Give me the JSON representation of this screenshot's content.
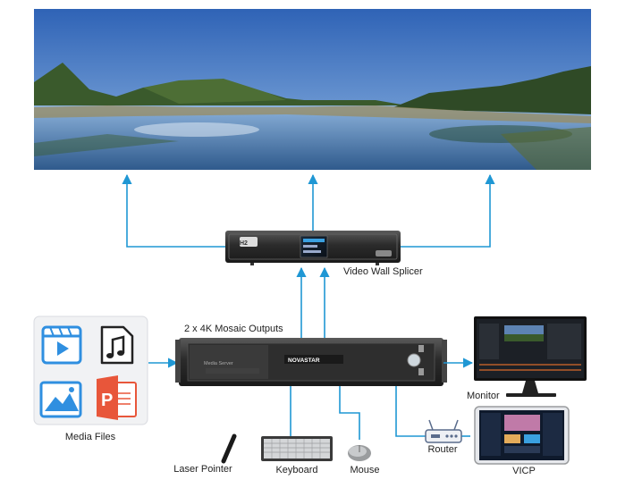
{
  "labels": {
    "splicer": "Video Wall Splicer",
    "outputs": "2 x 4K Mosaic Outputs",
    "media_files": "Media Files",
    "monitor": "Monitor",
    "laser_pointer": "Laser Pointer",
    "keyboard": "Keyboard",
    "mouse": "Mouse",
    "router": "Router",
    "vicp": "VICP"
  },
  "device_text": {
    "splicer_badge": "H2",
    "server_brand": "NOVASTAR",
    "server_name": "Media Server"
  },
  "colors": {
    "arrow": "#1f97d4",
    "media_icon_blue": "#2f8fe0",
    "ppt_orange": "#e8563a",
    "device_body": "#2a2a2a",
    "sky": "#3a74c8",
    "water": "#4f7fb8"
  }
}
